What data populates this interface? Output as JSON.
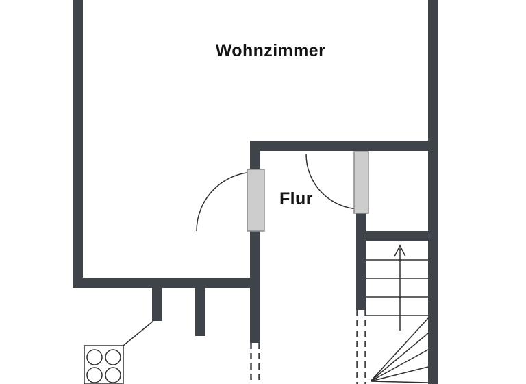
{
  "plan": {
    "rooms": [
      {
        "id": "wohnzimmer",
        "label": "Wohnzimmer"
      },
      {
        "id": "flur",
        "label": "Flur"
      }
    ],
    "colors": {
      "background": "#ffffff",
      "wall": "#3f444a",
      "door_fill": "#cdcdcd",
      "door_stroke": "#8c8c8c",
      "line": "#303030",
      "label": "#141414"
    },
    "icons": [
      {
        "name": "stove-icon",
        "meaning": "four-burner cooktop symbol"
      },
      {
        "name": "stair-direction-arrow",
        "meaning": "direction of stairs (up)"
      }
    ]
  }
}
